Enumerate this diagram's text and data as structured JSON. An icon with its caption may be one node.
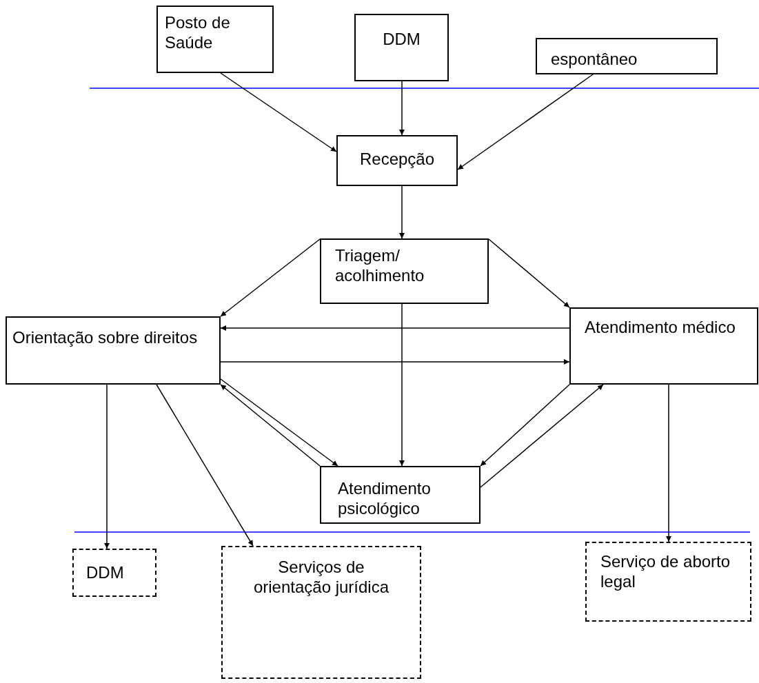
{
  "diagram": {
    "nodes": [
      {
        "text": [
          "Posto de Saúde"
        ]
      },
      {
        "text": [
          "DDM"
        ]
      },
      {
        "text": [
          "espontâneo"
        ]
      },
      {
        "text": [
          "Recepção"
        ]
      },
      {
        "text": [
          "Triagem/ acolhimento"
        ]
      },
      {
        "text": [
          "Orientação sobre direitos"
        ]
      },
      {
        "text": [
          "Atendimento médico"
        ]
      },
      {
        "text": [
          "Atendimento psicológico"
        ]
      },
      {
        "text": [
          "DDM"
        ]
      },
      {
        "text": [
          "Serviços de orientação jurídica"
        ]
      },
      {
        "text": [
          "Serviço de aborto legal"
        ]
      }
    ],
    "edges": [
      {
        "from": 0,
        "to": 3,
        "arrow": "to"
      },
      {
        "from": 1,
        "to": 3,
        "arrow": "to"
      },
      {
        "from": 2,
        "to": 3,
        "arrow": "to"
      },
      {
        "from": 3,
        "to": 4,
        "arrow": "to"
      },
      {
        "from": 4,
        "to": 5,
        "arrow": "to"
      },
      {
        "from": 4,
        "to": 6,
        "arrow": "to"
      },
      {
        "from": 4,
        "to": 7,
        "arrow": "to"
      },
      {
        "from": 6,
        "to": 5,
        "arrow": "to"
      },
      {
        "from": 5,
        "to": 6,
        "arrow": "to"
      },
      {
        "from": 5,
        "to": 7,
        "arrow": "to"
      },
      {
        "from": 7,
        "to": 5,
        "arrow": "to"
      },
      {
        "from": 6,
        "to": 7,
        "arrow": "to"
      },
      {
        "from": 7,
        "to": 6,
        "arrow": "to"
      },
      {
        "from": 5,
        "to": 8,
        "arrow": "to"
      },
      {
        "from": 5,
        "to": 9,
        "arrow": "to"
      },
      {
        "from": 6,
        "to": 10,
        "arrow": "to"
      }
    ]
  }
}
